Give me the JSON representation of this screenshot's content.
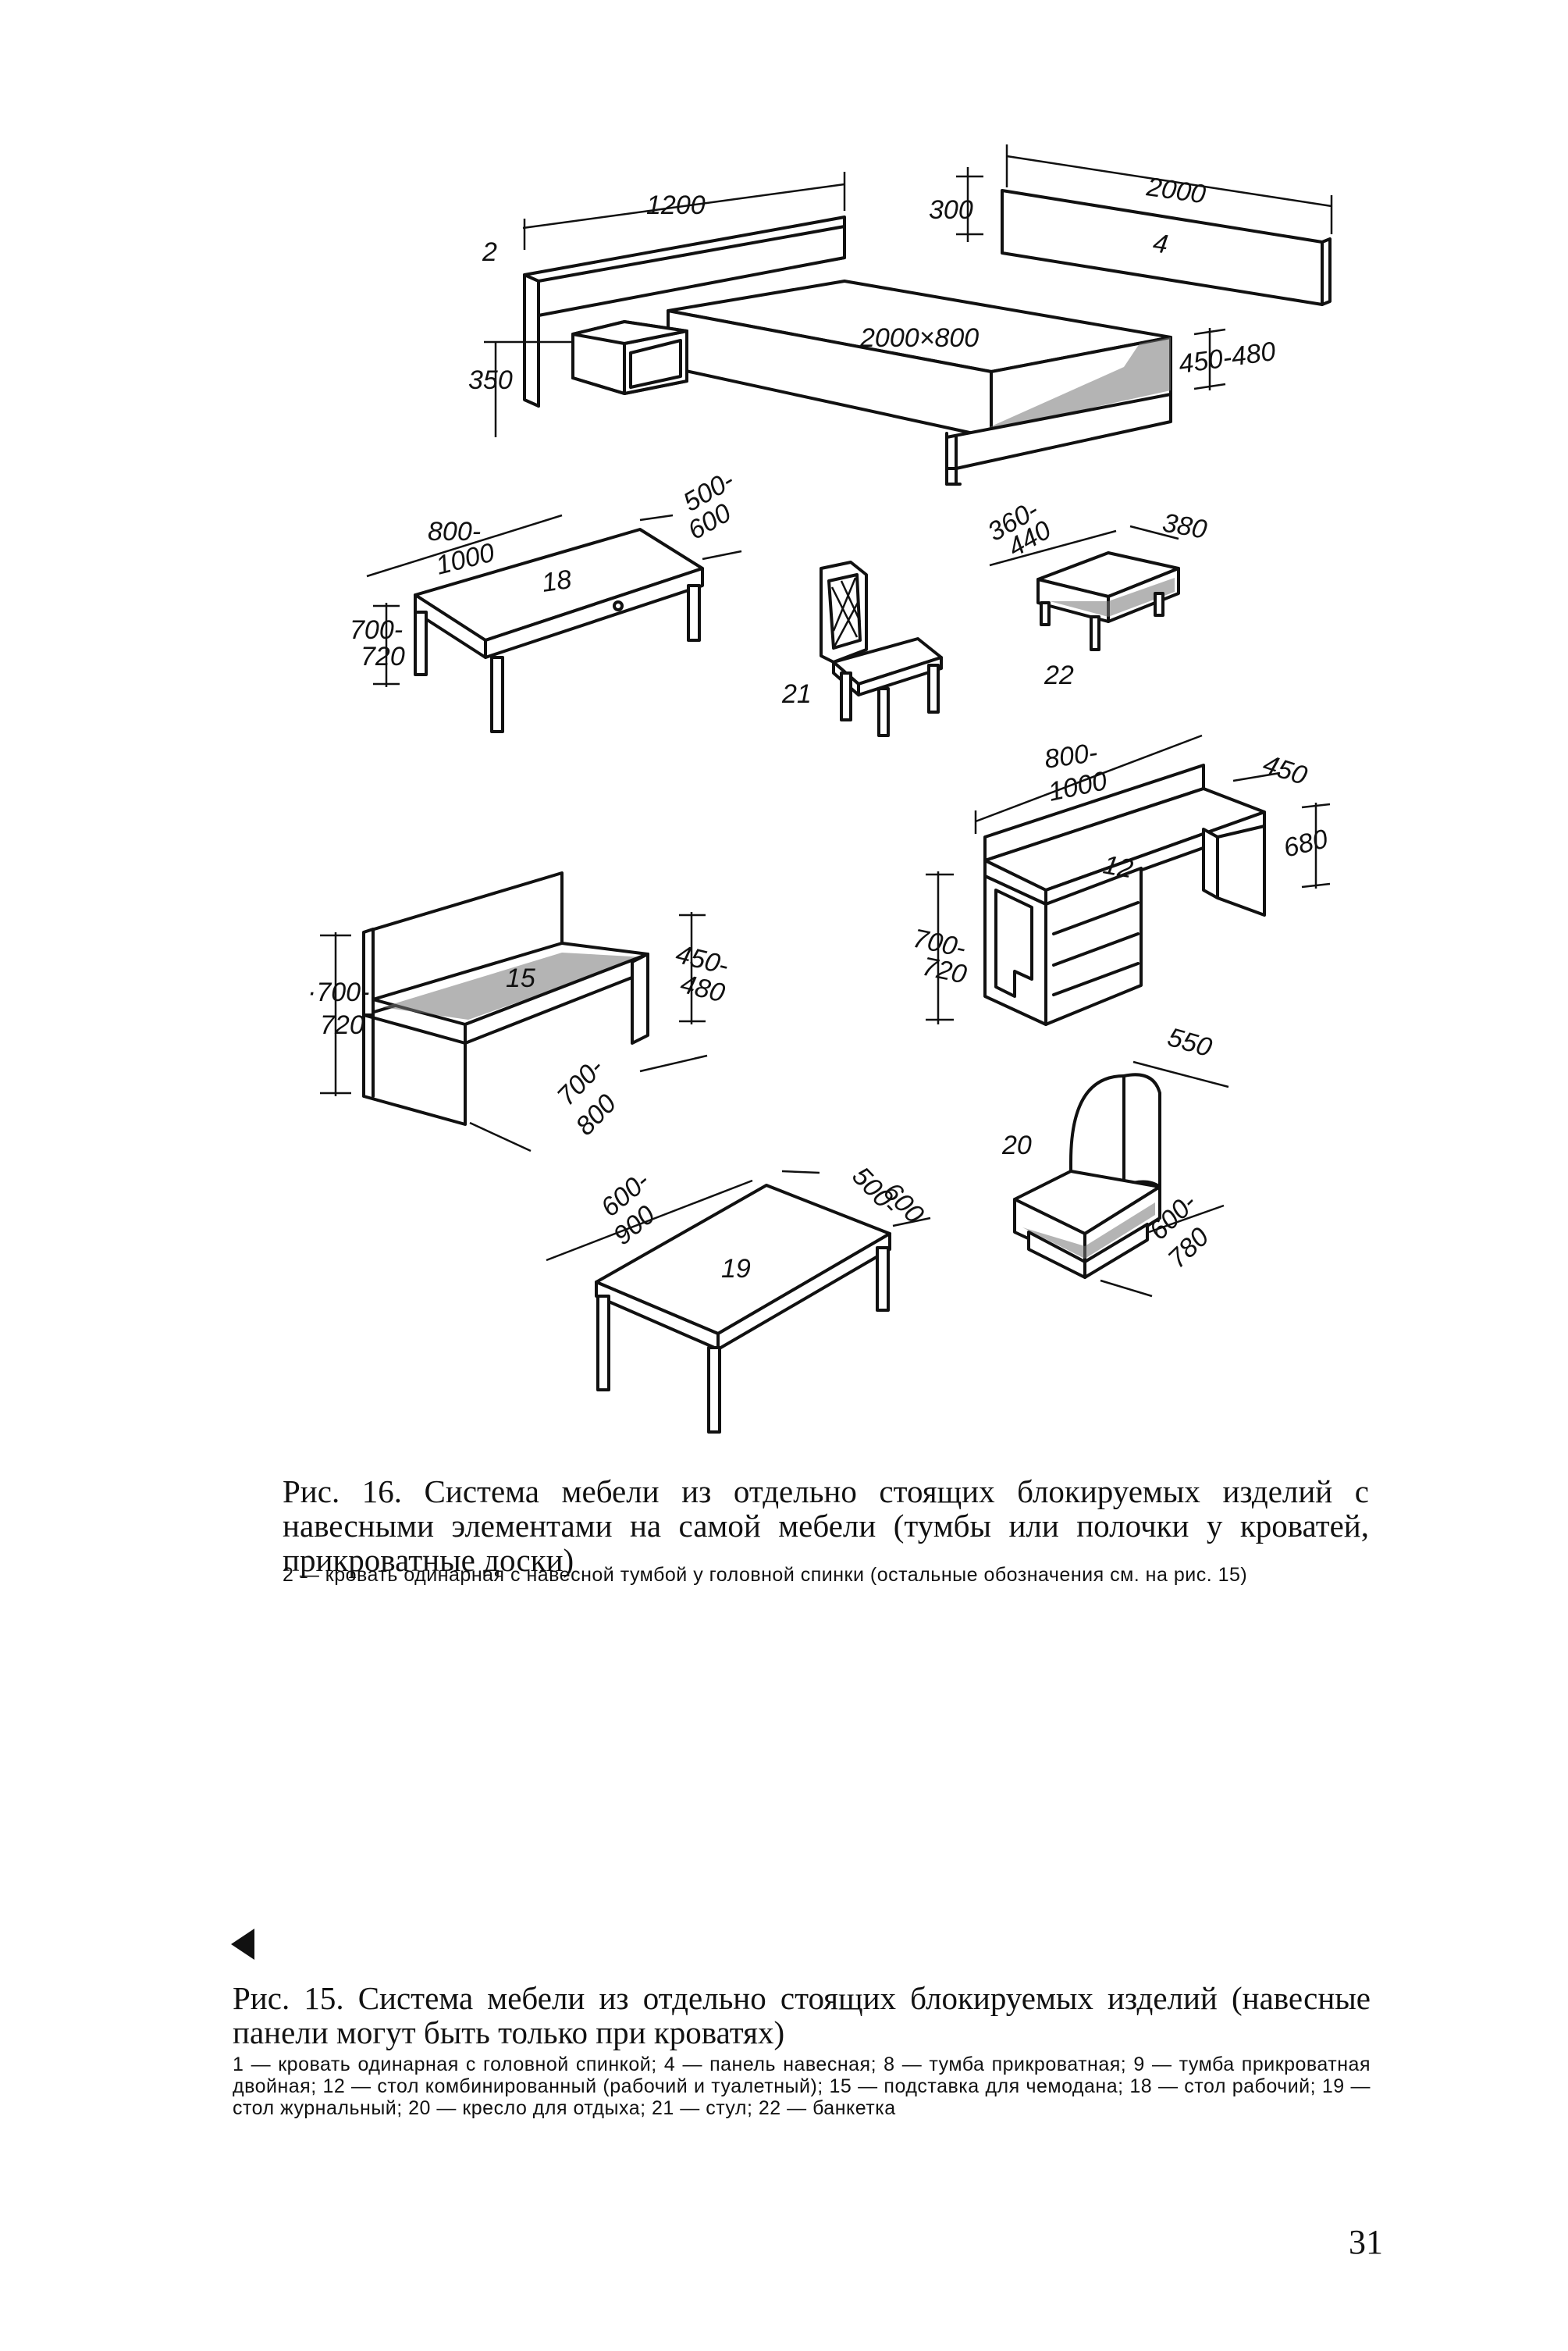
{
  "figure16": {
    "labels": {
      "bed_headboard_len": "1200",
      "bed_item_no": "2",
      "bed_nightstand_h": "350",
      "bed_size": "2000×800",
      "bed_height": "450-480",
      "panel_height": "300",
      "panel_length": "2000",
      "panel_item_no": "4",
      "desk18_len_a": "800-",
      "desk18_len_b": "1000",
      "desk18_depth_a": "500-",
      "desk18_depth_b": "600",
      "desk18_item_no": "18",
      "desk18_h_a": "700-",
      "desk18_h_b": "720",
      "chair_item_no": "21",
      "bench22_len_a": "360-",
      "bench22_len_b": "440",
      "bench22_depth": "380",
      "bench22_item_no": "22",
      "desk12_len_a": "800-",
      "desk12_len_b": "1000",
      "desk12_depth": "450",
      "desk12_shelf_h": "680",
      "desk12_item_no": "12",
      "desk12_h_a": "700-",
      "desk12_h_b": "720",
      "bench15_h_a": "·700-",
      "bench15_h_b": "720",
      "bench15_seat_a": "450-",
      "bench15_seat_b": "480",
      "bench15_item_no": "15",
      "bench15_len_a": "700-",
      "bench15_len_b": "800",
      "table19_len_a": "600-",
      "table19_len_b": "900",
      "table19_depth_a": "500-",
      "table19_depth_b": "600",
      "table19_item_no": "19",
      "armchair_item_no": "20",
      "armchair_width": "550",
      "armchair_depth_a": "600-",
      "armchair_depth_b": "780"
    },
    "caption_title": "Рис. 16. Система мебели из отдельно стоящих блокируемых изделий с навесными элементами на самой мебели (тумбы или полочки у кроватей, прикроватные доски)",
    "caption_note": "2 — кровать одинарная с навесной тумбой у головной спинки (остальные обозначения см. на рис. 15)"
  },
  "figure15": {
    "caption_title": "Рис. 15. Система мебели из отдельно стоящих блокируемых изделий (навесные панели могут быть только при кроватях)",
    "caption_note": "1 — кровать одинарная с головной спинкой; 4 — панель навесная; 8 — тумба прикроватная; 9 — тумба прикроватная двойная; 12 — стол комбинированный (рабочий и туалетный); 15 — подставка для чемодана; 18 — стол рабочий; 19 — стол журнальный; 20 — кресло для отдыха; 21 — стул; 22 — банкетка"
  },
  "page_number": "31"
}
